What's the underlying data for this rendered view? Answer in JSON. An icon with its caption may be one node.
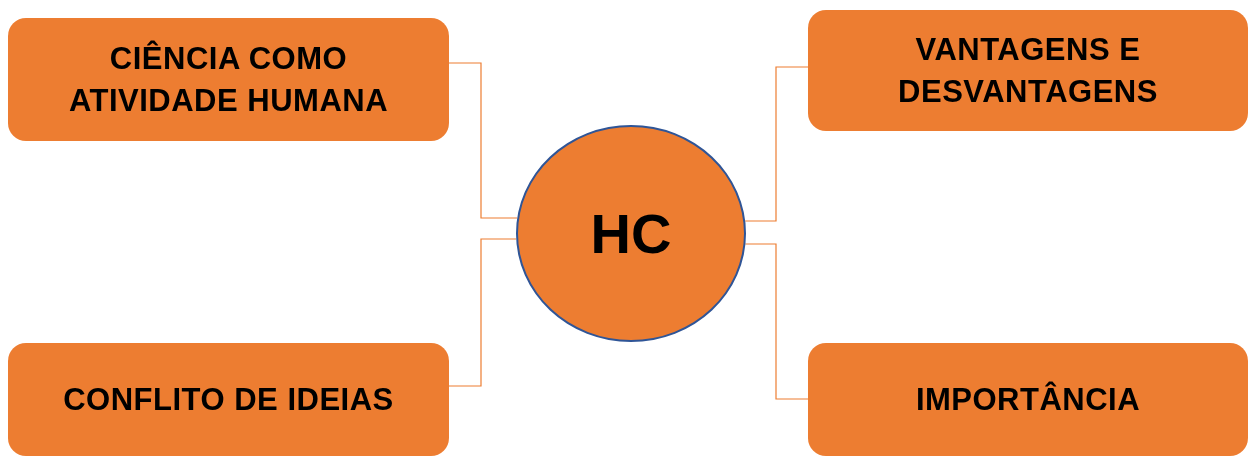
{
  "diagram": {
    "nodes": [
      {
        "text": [
          "CIÊNCIA COMO ATIVIDADE HUMANA"
        ]
      },
      {
        "text": [
          "VANTAGENS E DESVANTAGENS"
        ]
      },
      {
        "text": [
          "HC"
        ]
      },
      {
        "text": [
          "CONFLITO DE IDEIAS"
        ]
      },
      {
        "text": [
          "IMPORTÂNCIA"
        ]
      }
    ],
    "edges": [
      {
        "from": 2,
        "to": 0,
        "arrow": "none"
      },
      {
        "from": 2,
        "to": 1,
        "arrow": "none"
      },
      {
        "from": 2,
        "to": 3,
        "arrow": "none"
      },
      {
        "from": 2,
        "to": 4,
        "arrow": "none"
      }
    ]
  }
}
